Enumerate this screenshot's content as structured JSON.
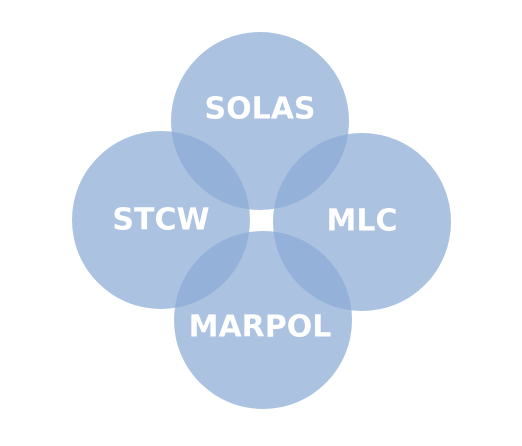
{
  "diagram": {
    "type": "overlapping-circles",
    "fill_color": "#8aaad6",
    "fill_opacity": 0.72,
    "background": "#ffffff",
    "label_color": "#ffffff",
    "circles": [
      {
        "key": "top",
        "label": "SOLAS"
      },
      {
        "key": "left",
        "label": "STCW"
      },
      {
        "key": "right",
        "label": "MLC"
      },
      {
        "key": "bottom",
        "label": "MARPOL"
      }
    ]
  }
}
